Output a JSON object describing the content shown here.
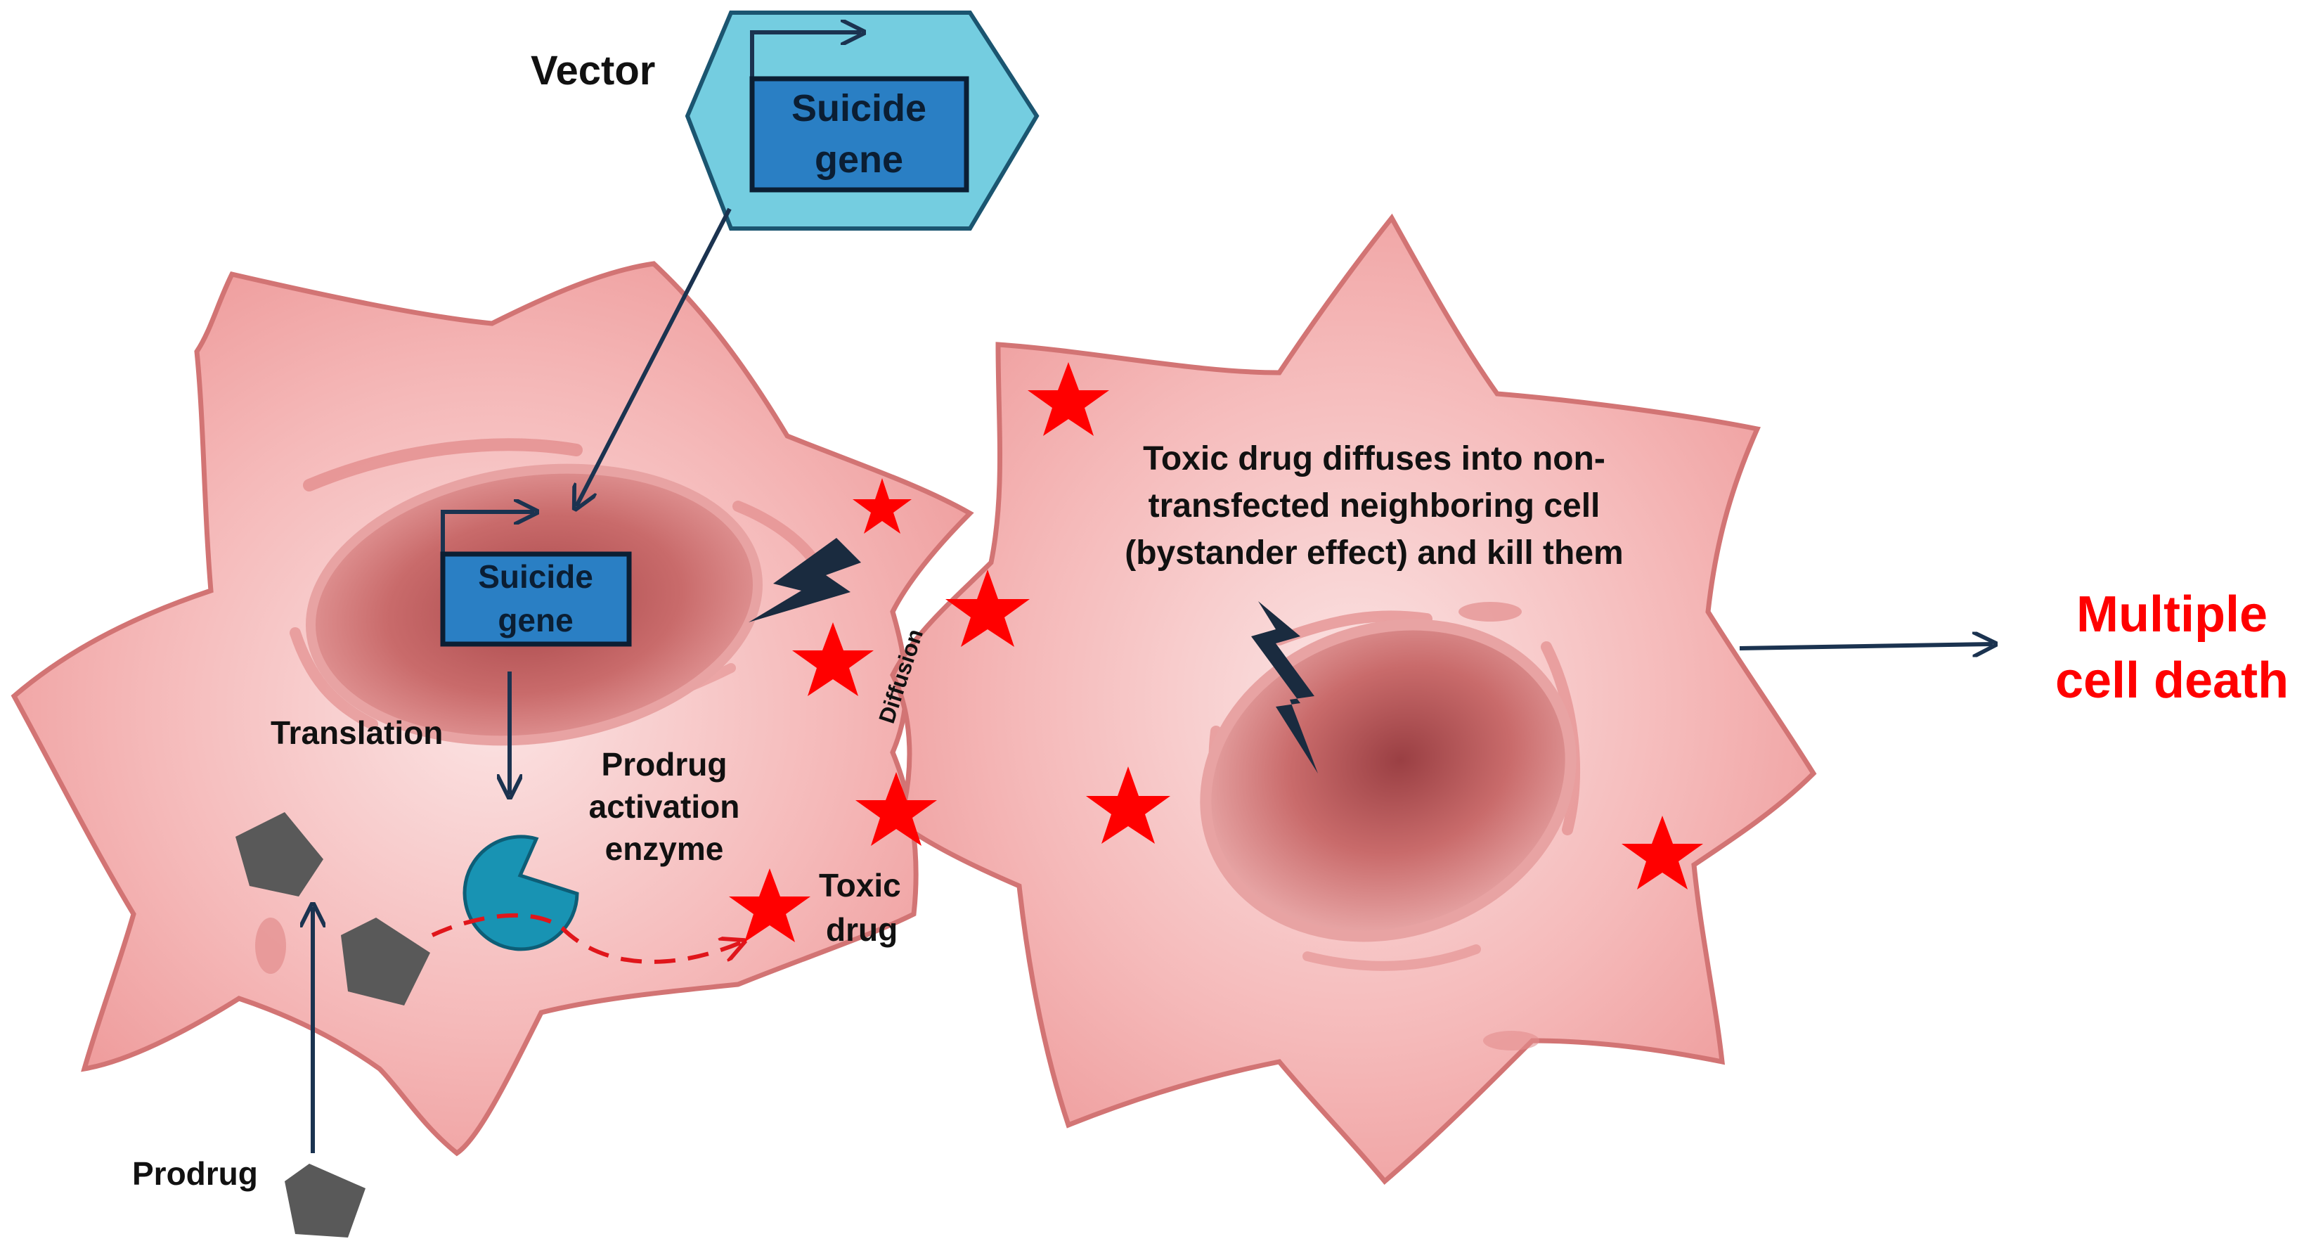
{
  "labels": {
    "vector": "Vector",
    "suicide_gene_line1": "Suicide",
    "suicide_gene_line2": "gene",
    "translation": "Translation",
    "enzyme_line1": "Prodrug",
    "enzyme_line2": "activation",
    "enzyme_line3": "enzyme",
    "toxic_drug_line1": "Toxic",
    "toxic_drug_line2": "drug",
    "prodrug": "Prodrug",
    "diffusion": "Diffusion",
    "bystander_line1": "Toxic drug diffuses into non-",
    "bystander_line2": "transfected neighboring cell",
    "bystander_line3": "(bystander effect) and kill them",
    "outcome_line1": "Multiple",
    "outcome_line2": "cell death"
  },
  "colors": {
    "cell_fill": "#f2a8a8",
    "cell_outline": "#d27474",
    "nucleus": "#c86464",
    "vector_hex": "#74cde0",
    "gene_box": "#2a7fc4",
    "arrow": "#1b3350",
    "toxic_star": "#ff0000",
    "prodrug": "#595959",
    "enzyme": "#1893b3",
    "bolt": "#1a2b3f",
    "outcome_text": "#ff0000"
  },
  "icons": [
    "hexagon-vector-icon",
    "pentagon-prodrug-icon",
    "pacman-enzyme-icon",
    "red-star-icon",
    "lightning-bolt-icon"
  ]
}
